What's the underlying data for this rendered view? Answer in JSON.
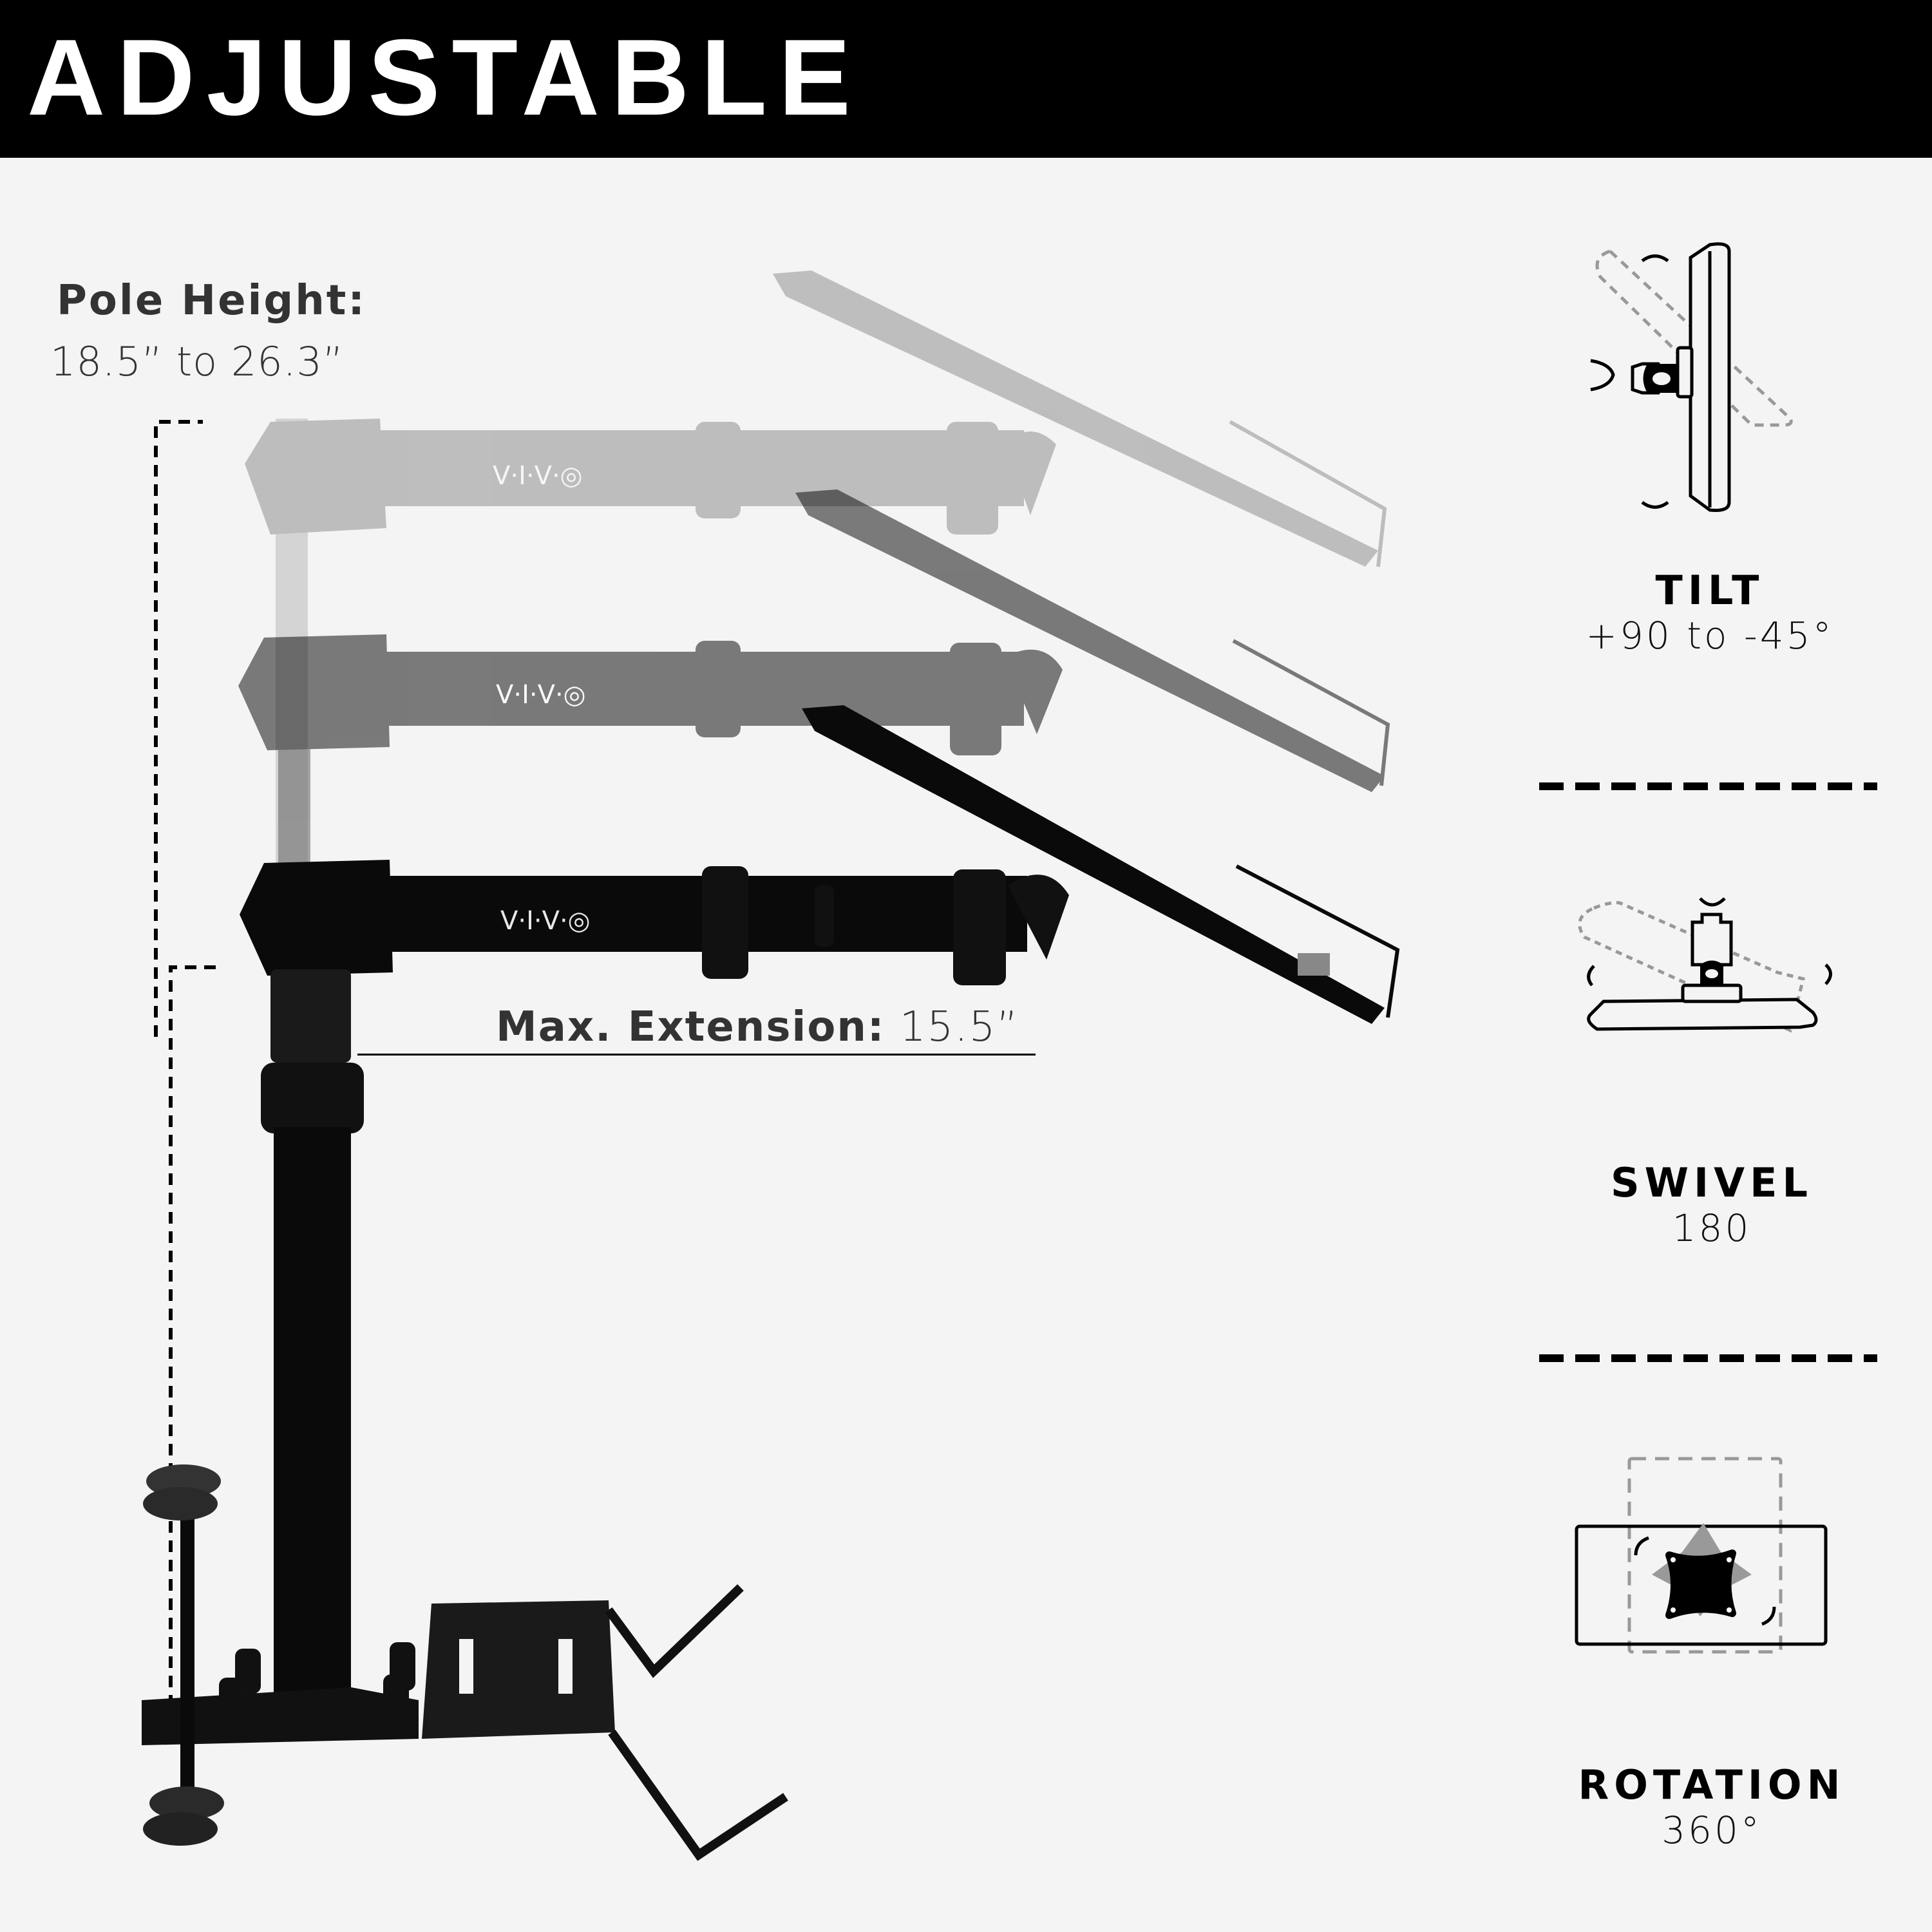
{
  "header": {
    "title": "ADJUSTABLE"
  },
  "product": {
    "brand_logo": "V·I·V·◎",
    "pole_height": {
      "label": "Pole Height:",
      "value": "18.5” to 26.3”"
    },
    "max_extension": {
      "label": "Max. Extension:",
      "value": " 15.5”"
    }
  },
  "features": [
    {
      "title": "TILT",
      "value": "+90 to -45°",
      "icon": "tilt-icon"
    },
    {
      "title": "SWIVEL",
      "value": "180",
      "icon": "swivel-icon"
    },
    {
      "title": "ROTATION",
      "value": "360°",
      "icon": "rotation-icon"
    }
  ],
  "colors": {
    "banner_bg": "#000000",
    "banner_text": "#ffffff",
    "page_bg": "#f4f4f4",
    "label_text": "#333333",
    "ghost_arm_light": "#c8c8c8",
    "ghost_arm_mid": "#7a7a7a",
    "arm_dark": "#0a0a0a",
    "dashed_gray": "#9a9a9a"
  }
}
